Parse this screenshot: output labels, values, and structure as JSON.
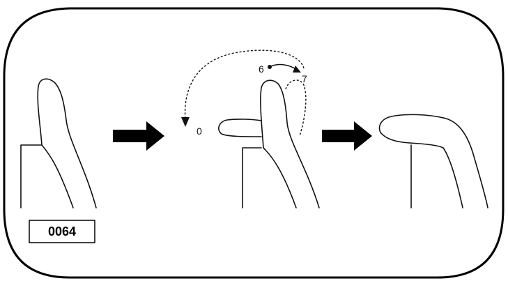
{
  "figure": {
    "code_label": "0064",
    "position_labels": {
      "start": "0",
      "mid": "6",
      "end": "7"
    }
  },
  "colors": {
    "line": "#111111",
    "frame": "#000000",
    "arrow_fill": "#000000",
    "background": "#ffffff"
  }
}
